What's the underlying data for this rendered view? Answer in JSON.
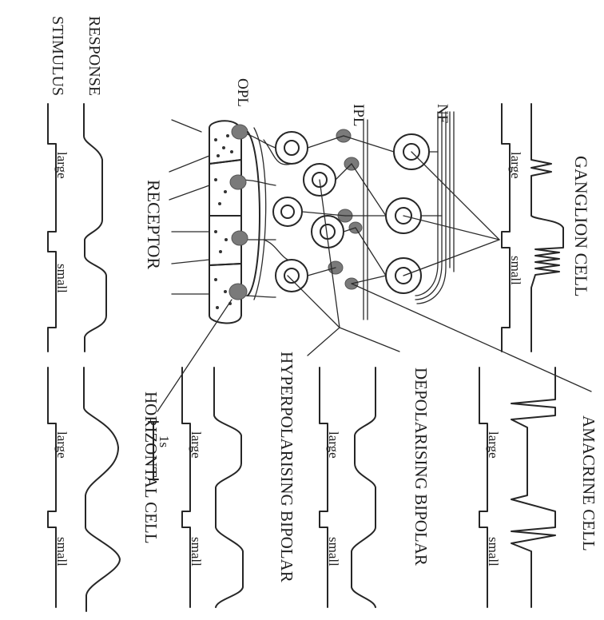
{
  "labels": {
    "stimulus": "STIMULUS",
    "response": "RESPONSE",
    "opl": "OPL",
    "ipl": "IPL",
    "nf": "NF",
    "receptor": "RECEPTOR",
    "horizontal_cell": "HORIZONTAL CELL",
    "hyperpolarising_bipolar": "HYPERPOLARISING BIPOLAR",
    "depolarising_bipolar": "DEPOLARISING BIPOLAR",
    "amacrine_cell": "AMACRINE CELL",
    "ganglion_cell": "GANGLION CELL",
    "scale_bar": "1s"
  },
  "stimulus_labels": {
    "small": "small",
    "large": "large"
  },
  "colors": {
    "ink": "#262626",
    "synapse": "#7a7a7a",
    "background": "#ffffff"
  }
}
